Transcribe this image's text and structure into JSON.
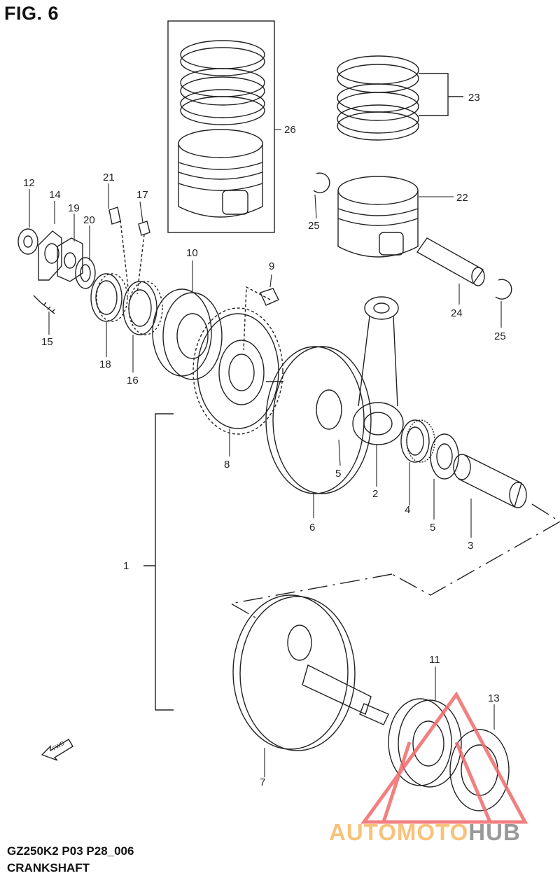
{
  "figure_title": "FIG. 6",
  "model_code": "GZ250K2 P03 P28_006",
  "caption": "CRANKSHAFT",
  "fwd_label": "FWD",
  "watermark": {
    "part1": "AUTOMOTO",
    "part2": "HUB",
    "color_main": "#f8c27a",
    "color_alt": "#9a9a9a",
    "triangle_color": "#f06a6a"
  },
  "callouts": {
    "c1": "1",
    "c2": "2",
    "c3": "3",
    "c4": "4",
    "c5a": "5",
    "c5b": "5",
    "c6": "6",
    "c7": "7",
    "c8": "8",
    "c9": "9",
    "c10": "10",
    "c11": "11",
    "c12": "12",
    "c13": "13",
    "c14": "14",
    "c15": "15",
    "c16": "16",
    "c17": "17",
    "c18": "18",
    "c19": "19",
    "c20": "20",
    "c21": "21",
    "c22": "22",
    "c23": "23",
    "c24": "24",
    "c25a": "25",
    "c25b": "25",
    "c26": "26"
  }
}
